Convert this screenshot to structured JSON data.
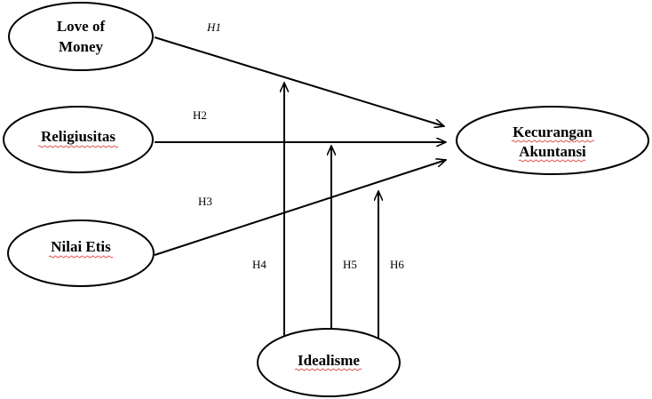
{
  "nodes": {
    "love_of_money": {
      "line1": "Love of",
      "line2": "Money"
    },
    "religiusitas": {
      "label": "Religiusitas"
    },
    "nilai_etis": {
      "label": "Nilai Etis"
    },
    "kecurangan": {
      "line1": "Kecurangan",
      "line2": "Akuntansi"
    },
    "idealisme": {
      "label": "Idealisme"
    }
  },
  "edges": {
    "h1": "H1",
    "h2": "H2",
    "h3": "H3",
    "h4": "H4",
    "h5": "H5",
    "h6": "H6"
  },
  "colors": {
    "stroke": "#000000",
    "spellcheck_underline": "#d93025"
  }
}
